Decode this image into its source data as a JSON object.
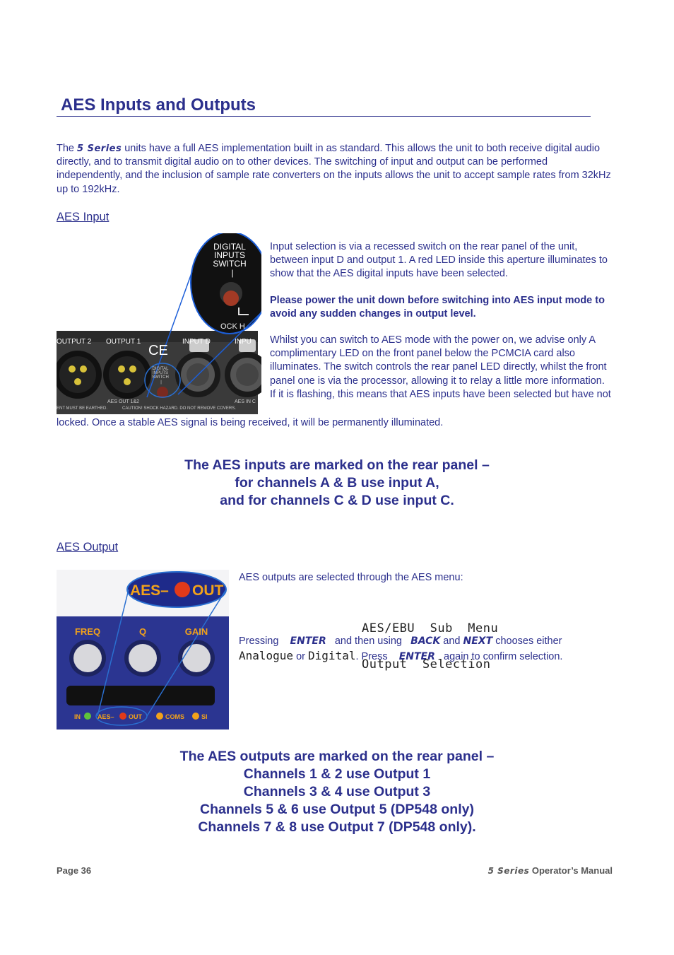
{
  "heading": "AES Inputs and Outputs",
  "intro": {
    "the": "The",
    "brand": "5 Series",
    "text": " units have a full AES implementation built in as standard.  This allows the unit to both receive digital audio directly, and to transmit digital audio on to other devices.  The switching of input and output can be performed independently, and the inclusion of sample rate converters on the inputs allows the unit to accept sample rates from 32kHz up to 192kHz."
  },
  "aes_input": {
    "heading": "AES Input",
    "p1": "Input selection is via a recessed switch on the rear panel of the unit, between input D and output 1.  A red LED inside this aperture illuminates to show that the AES digital inputs have been selected.",
    "warning": "Please power the unit down before switching into AES input mode to avoid any sudden changes in output level.",
    "p2": "Whilst you can switch to AES mode with the power on, we advise only A complimentary LED on the front panel below the PCMCIA card also illuminates.  The switch controls the rear panel LED directly, whilst the front panel one is via the processor, allowing it to relay a little more information.",
    "p3a": "If it is flashing, this means that AES inputs have been selected but have not",
    "p3b": "locked.  Once a stable AES signal is being received, it will be permanently illuminated.",
    "panel": {
      "switch_label": [
        "DIGITAL",
        "INPUTS",
        "SWITCH",
        "|"
      ],
      "partial": "OCK H",
      "output2": "OUTPUT 2",
      "output1": "OUTPUT 1",
      "input_d": "INPUT D",
      "input_c": "INPU",
      "ce": "CE",
      "small_switch": [
        "DIGITAL",
        "INPUTS",
        "SWITCH",
        "|"
      ],
      "aes_out": "AES OUT 1&2",
      "aes_in": "AES IN C",
      "warn1": "ENT MUST BE EARTHED.",
      "warn2": "CAUTION! SHOCK HAZARD. DO NOT REMOVE COVERS."
    },
    "callout": [
      "The AES inputs are marked on the rear panel –",
      "for channels A & B use input A,",
      "and for channels C & D use input C."
    ]
  },
  "aes_output": {
    "heading": "AES Output",
    "p1": "AES outputs are selected through the AES menu:",
    "lcd": [
      "AES/EBU  Sub  Menu",
      "Output  Selection"
    ],
    "pressing": "Pressing",
    "enter": "ENTER",
    "and_then": "and then using",
    "back": "BACK",
    "and": "and",
    "next": "NEXT",
    "chooses": "chooses either",
    "analogue": "Analogue",
    "or": "or",
    "digital": "Digital",
    "press": ". Press",
    "enter2": "ENTER",
    "again": "again to confirm selection.",
    "panel": {
      "big_aes": "AES–",
      "big_out": "OUT",
      "knobs": [
        "FREQ",
        "Q",
        "GAIN"
      ],
      "in": "IN",
      "aes": "AES–",
      "out": "OUT",
      "coms": "COMS",
      "si": "SI"
    },
    "callout": [
      "The AES outputs are marked on the rear panel –",
      "Channels 1 & 2 use Output 1",
      "Channels 3 & 4 use Output 3",
      "Channels 5 & 6 use Output 5 (DP548 only)",
      "Channels 7 & 8 use Output 7 (DP548 only)."
    ]
  },
  "footer": {
    "page": "Page 36",
    "brand": "5 Series",
    "manual": " Operator’s Manual"
  }
}
